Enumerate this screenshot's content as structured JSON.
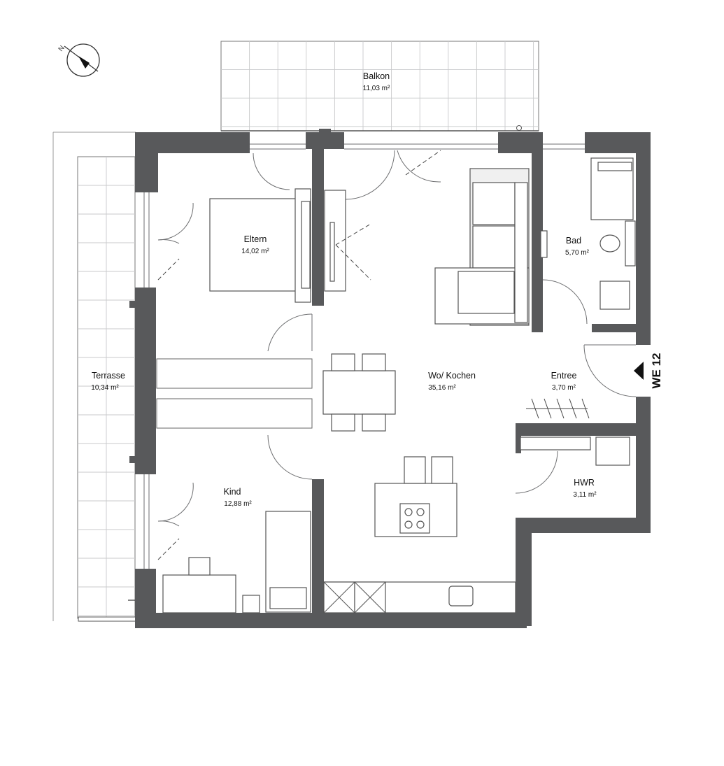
{
  "compass": {
    "north_label": "N"
  },
  "unit": {
    "label": "WE 12"
  },
  "rooms": [
    {
      "id": "balkon",
      "name": "Balkon",
      "area": "11,03 m²"
    },
    {
      "id": "eltern",
      "name": "Eltern",
      "area": "14,02 m²"
    },
    {
      "id": "bad",
      "name": "Bad",
      "area": "5,70 m²"
    },
    {
      "id": "terrasse",
      "name": "Terrasse",
      "area": "10,34 m²"
    },
    {
      "id": "wohnen",
      "name": "Wo/ Kochen",
      "area": "35,16 m²"
    },
    {
      "id": "entree",
      "name": "Entree",
      "area": "3,70 m²"
    },
    {
      "id": "kind",
      "name": "Kind",
      "area": "12,88 m²"
    },
    {
      "id": "hwr",
      "name": "HWR",
      "area": "3,11 m²"
    }
  ],
  "colors": {
    "wall": "#58595b",
    "line": "#6d6e70",
    "tile": "#c8c9cb"
  }
}
